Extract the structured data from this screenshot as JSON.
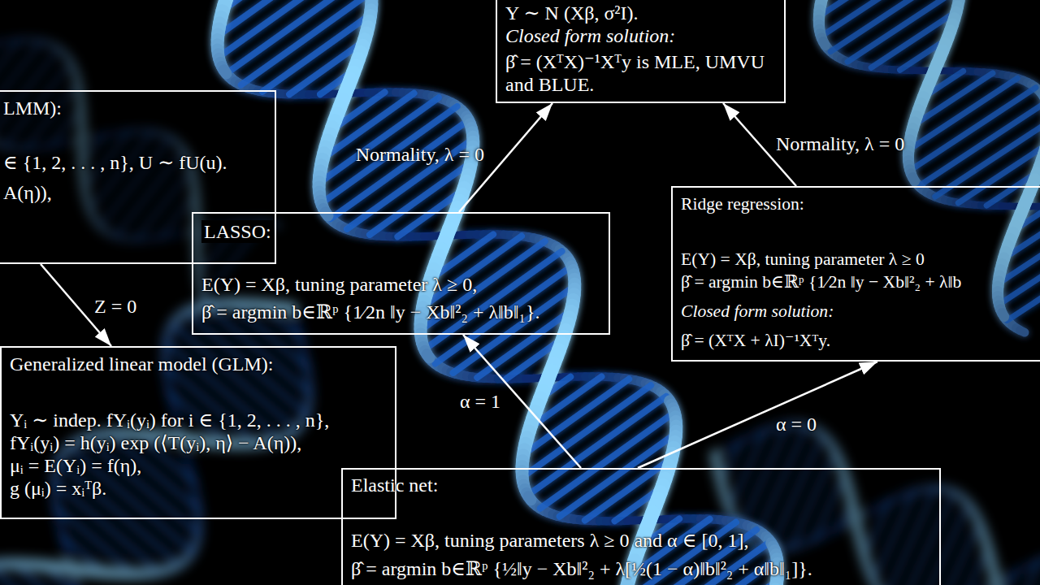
{
  "diagram": {
    "nodes": [
      {
        "text": [
          "Y ∼ N (Xβ, σ²I).",
          "Closed form solution:",
          "β̂ = (XᵀX)⁻¹Xᵀy is MLE, UMVU and BLUE."
        ]
      },
      {
        "text": [
          "LMM):",
          "∈ {1, 2, . . . , n}, U ∼ fU(u).",
          "A(η)),"
        ]
      },
      {
        "text": [
          "LASSO:",
          "E(Y) = Xβ, tuning parameter λ ≥ 0,",
          "β̂ = argmin b∈ℝᵖ {1⁄2n ‖y − Xb‖²₂ + λ‖b‖₁}."
        ]
      },
      {
        "text": [
          "Ridge regression:",
          "E(Y) = Xβ, tuning parameter λ ≥ 0",
          "β̂ = argmin b∈ℝᵖ {1⁄2n ‖y − Xb‖²₂ + λ‖b",
          "Closed form solution:",
          "β̂ = (XᵀX + λI)⁻¹Xᵀy."
        ]
      },
      {
        "text": [
          "Generalized linear model (GLM):",
          "Yᵢ ∼ indep. fYᵢ(yᵢ) for i ∈ {1, 2, . . . , n},",
          "fYᵢ(yᵢ) = h(yᵢ) exp (⟨T(yᵢ), η⟩ − A(η)),",
          "μᵢ = E(Yᵢ) = f(η),",
          "g (μᵢ) = xᵢᵀβ."
        ]
      },
      {
        "text": [
          "Elastic net:",
          "E(Y) = Xβ, tuning parameters λ ≥ 0 and α ∈ [0, 1],",
          "β̂ = argmin b∈ℝᵖ {½‖y − Xb‖²₂ + λ[½(1 − α)‖b‖²₂ + α‖b‖₁]}."
        ]
      }
    ],
    "edges": [
      {
        "from": 2,
        "to": 0,
        "arrow": "to",
        "label": "Normality, λ = 0"
      },
      {
        "from": 3,
        "to": 0,
        "arrow": "to",
        "label": "Normality, λ = 0"
      },
      {
        "from": 1,
        "to": 4,
        "arrow": "to",
        "label": "Z = 0"
      },
      {
        "from": 5,
        "to": 2,
        "arrow": "to",
        "label": "α = 1"
      },
      {
        "from": 5,
        "to": 3,
        "arrow": "to",
        "label": "α = 0"
      }
    ]
  }
}
